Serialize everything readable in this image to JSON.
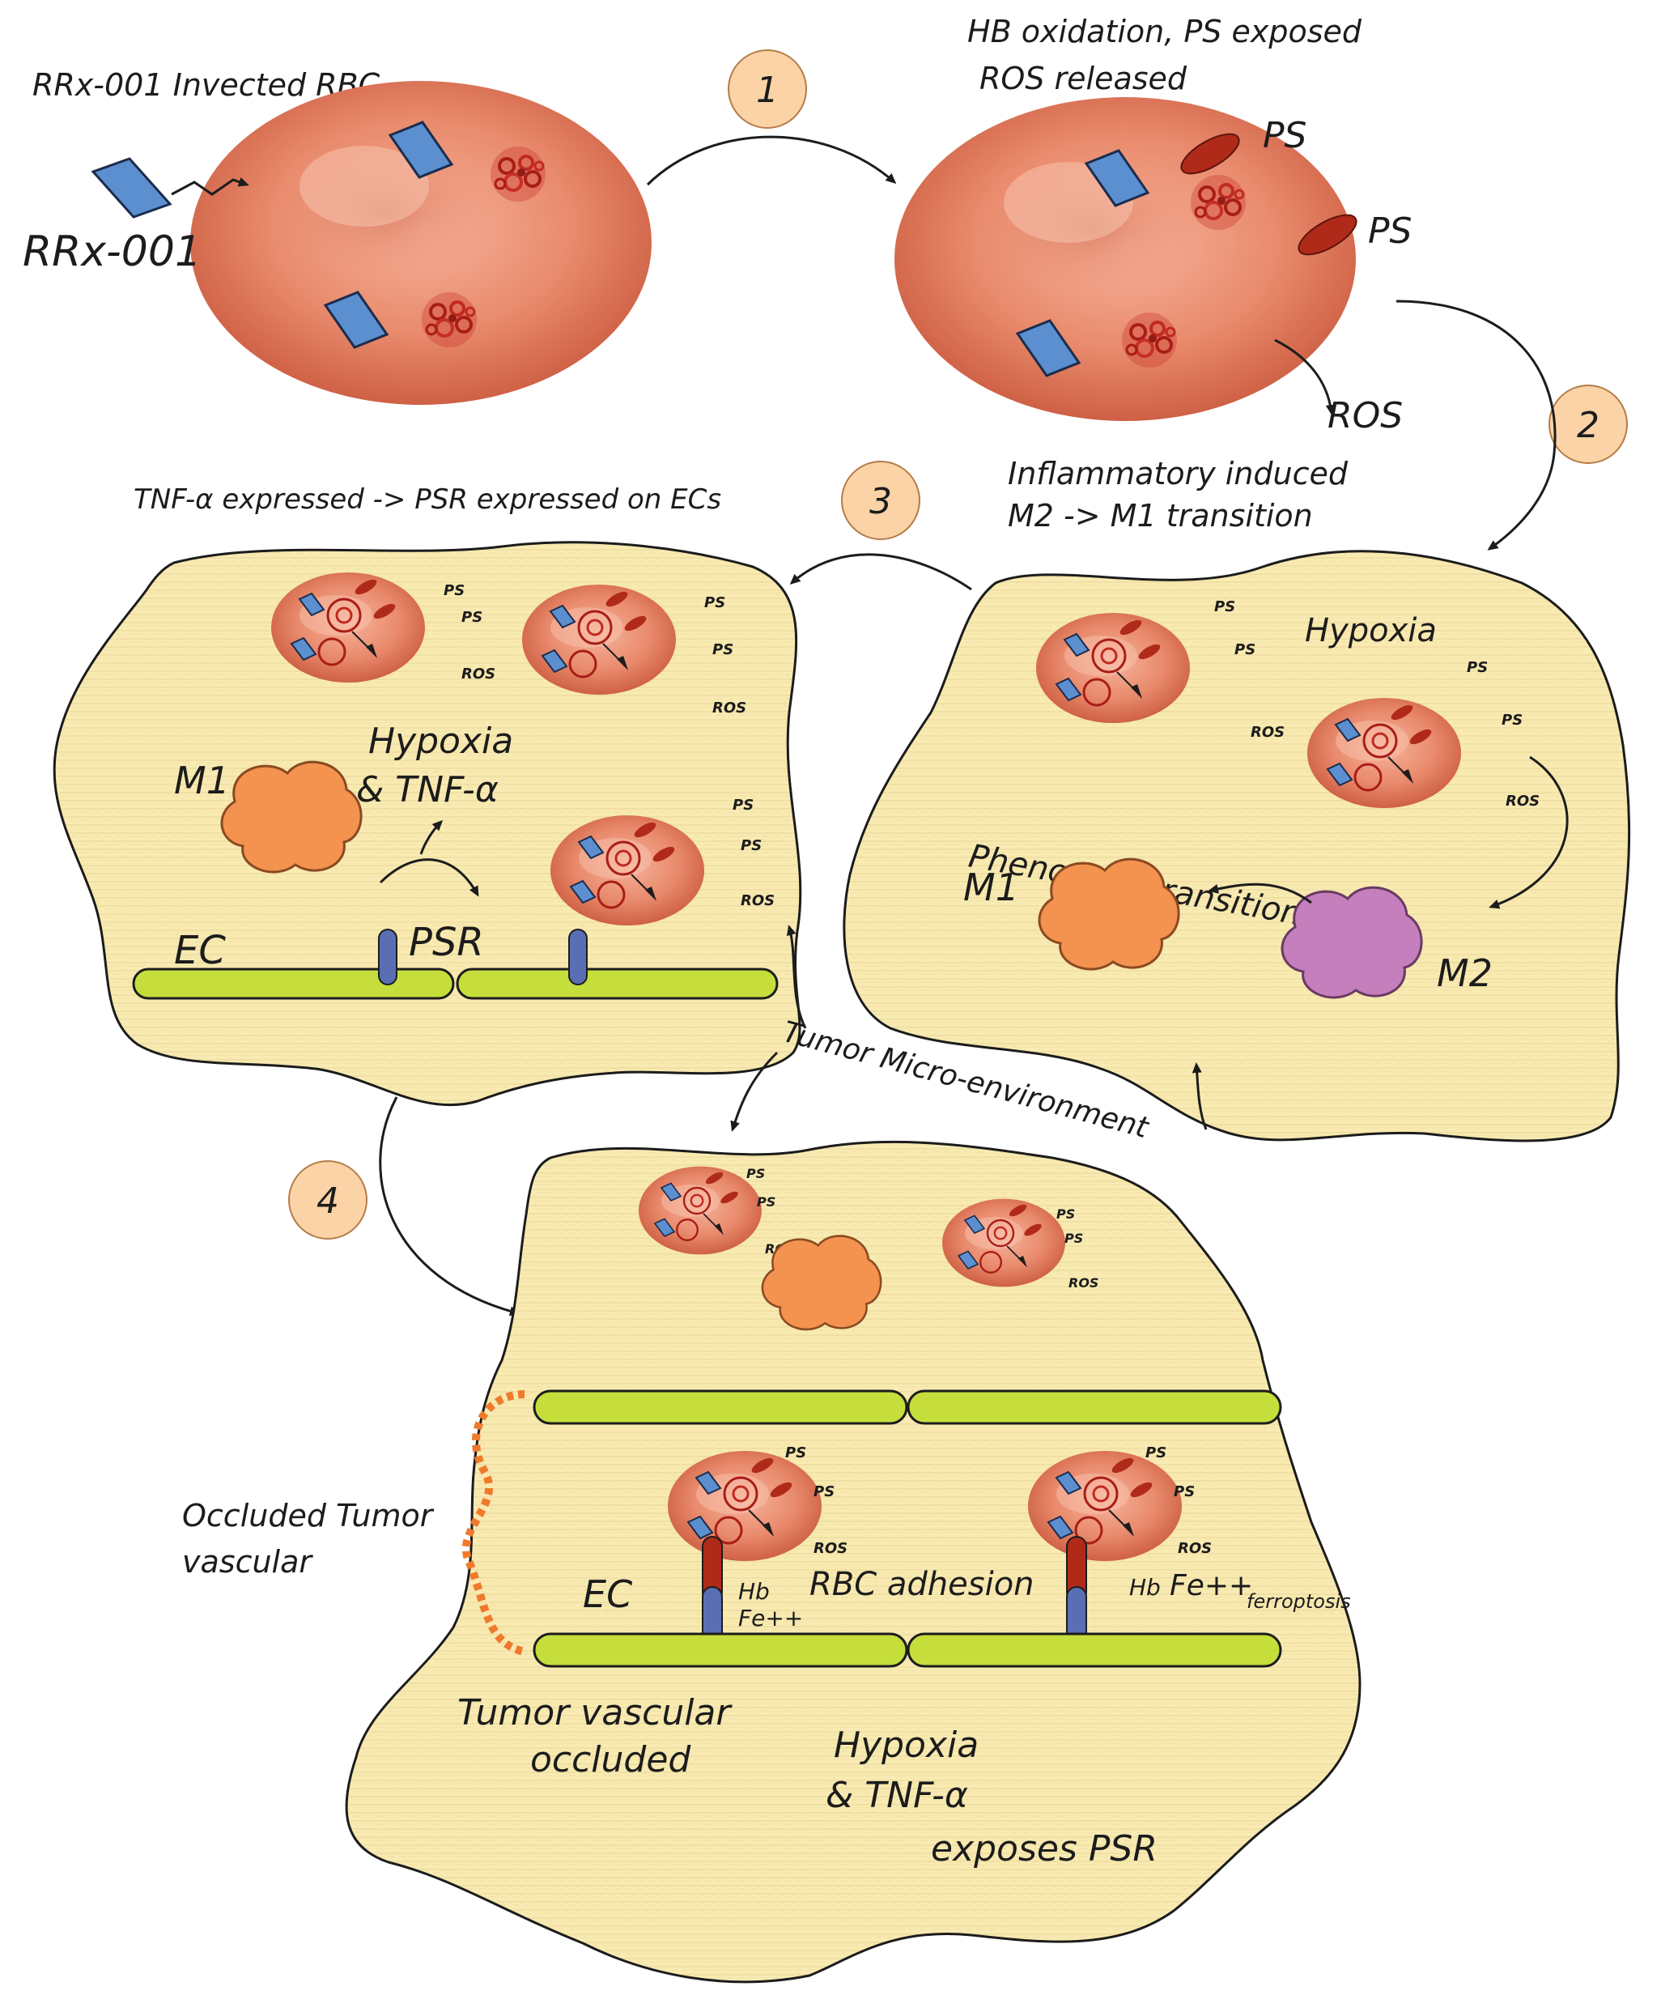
{
  "steps": [
    "1",
    "2",
    "3",
    "4"
  ],
  "panel_top": {
    "caption": "RRx-001 Invected RBC",
    "drug_label": "RRx-001",
    "oxidation_caption_line1": "HB oxidation, PS exposed",
    "oxidation_caption_line2": "ROS released",
    "ps_label": "PS",
    "ros_label": "ROS"
  },
  "panel_right": {
    "caption_line1": "Inflammatory induced",
    "caption_line2": "M2 -> M1 transition",
    "hypoxia": "Hypoxia",
    "phenotype": "Phenotype transition",
    "m1": "M1",
    "m2": "M2"
  },
  "panel_left": {
    "caption": "TNF-α expressed -> PSR expressed on ECs",
    "hypoxia_line1": "Hypoxia",
    "hypoxia_line2": "& TNF-α",
    "m1": "M1",
    "ec": "EC",
    "psr": "PSR"
  },
  "microenvironment": "Tumor Micro-environment",
  "panel_bottom": {
    "occluded_line1": "Occluded Tumor",
    "occluded_line2": "vascular",
    "ec": "EC",
    "hb": "Hb",
    "fe": "Fe++",
    "rbc_adhesion": "RBC adhesion",
    "ferroptosis": "ferroptosis",
    "vascular_line1": "Tumor vascular",
    "vascular_line2": "occluded",
    "exposes_line1": "Hypoxia",
    "exposes_line2": "& TNF-α",
    "exposes_line3": "exposes PSR"
  },
  "mini_ps": "PS",
  "mini_ros": "ROS",
  "colors": {
    "rbc": "#e98a6c",
    "tissue": "#f8eab0",
    "endothelium": "#c5de3c",
    "m1": "#f4924f",
    "m2": "#c57fbd",
    "psr": "#5a6fb3",
    "ps": "#b02a1a",
    "drug": "#5b8fd0",
    "step_badge": "#fbd3a6",
    "occlusion": "#f07a2c"
  }
}
